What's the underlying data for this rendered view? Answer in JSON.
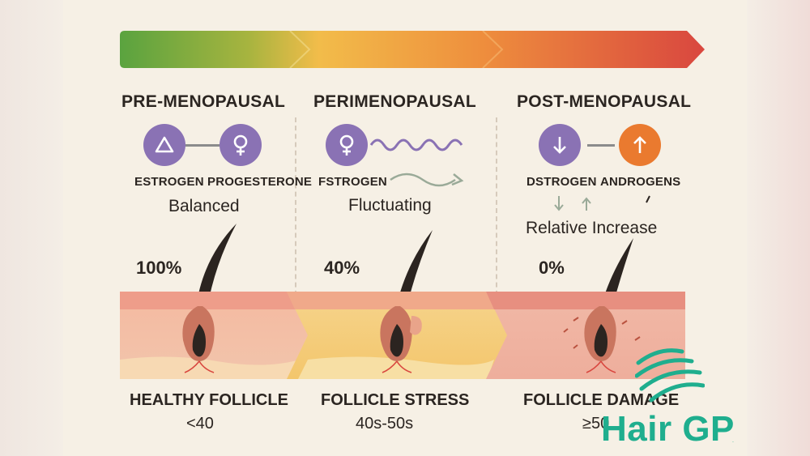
{
  "stages": [
    {
      "title": "PRE-MENOPAUSAL",
      "hormone_left": "ESTROGEN",
      "hormone_right": "PROGESTERONE",
      "state": "Balanced",
      "percent": "100%",
      "caption": "HEALTHY FOLLICLE",
      "age": "<40"
    },
    {
      "title": "PERIMENOPAUSAL",
      "hormone_left": "FSTROGEN",
      "state": "Fluctuating",
      "percent": "40%",
      "caption": "FOLLICLE STRESS",
      "age": "40s-50s"
    },
    {
      "title": "POST-MENOPAUSAL",
      "hormone_left": "DSTROGEN",
      "hormone_right": "ANDROGENS",
      "state": "Relative Increase",
      "percent": "0%",
      "caption": "FOLLICLE DAMAGE",
      "age": "≥50"
    }
  ],
  "icons": {
    "pre_left": "triangle-icon",
    "pre_right": "female-symbol-icon",
    "peri_left": "female-symbol-icon",
    "post_left": "arrow-down-icon",
    "post_right": "arrow-up-icon"
  },
  "brand": {
    "name": "Hair GP",
    "mark": ".",
    "color": "#1fae8e"
  },
  "colors": {
    "green": "#5aa33f",
    "yellow": "#f2bc4a",
    "orange": "#e8773b",
    "red": "#d9473f",
    "purple": "#8a72b4",
    "accent_orange": "#ea7a2f"
  }
}
